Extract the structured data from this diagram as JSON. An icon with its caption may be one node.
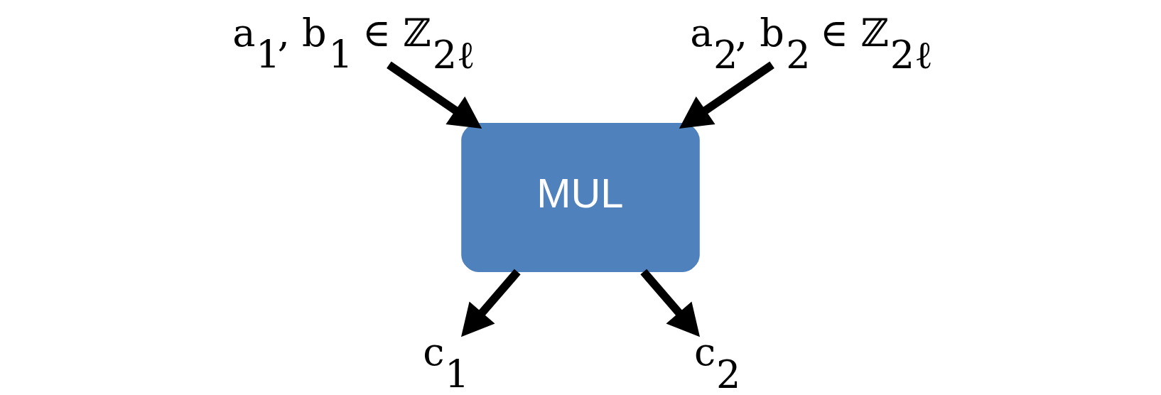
{
  "diagram": {
    "nodes": [
      {
        "text": [
          "a$_{1}$, b$_{1}$ ∈ ℤ$_{2ℓ}$"
        ]
      },
      {
        "text": [
          "a$_{2}$, b$_{2}$ ∈ ℤ$_{2ℓ}$"
        ]
      },
      {
        "text": [
          "MUL"
        ]
      },
      {
        "text": [
          "c$_{1}$"
        ]
      },
      {
        "text": [
          "c$_{2}$"
        ]
      }
    ],
    "edges": [
      {
        "from": 0,
        "to": 2,
        "arrow": "to"
      },
      {
        "from": 1,
        "to": 2,
        "arrow": "to"
      },
      {
        "from": 2,
        "to": 3,
        "arrow": "to"
      },
      {
        "from": 2,
        "to": 4,
        "arrow": "to"
      }
    ]
  }
}
